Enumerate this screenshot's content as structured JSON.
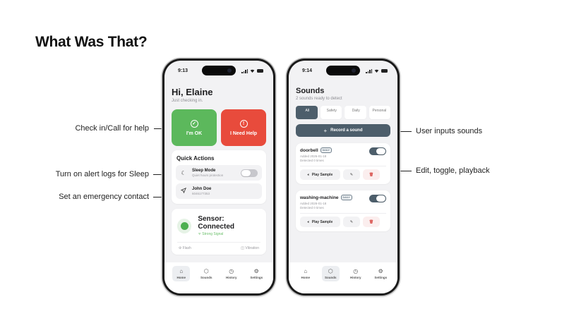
{
  "page": {
    "title": "What Was That?"
  },
  "annotations": {
    "left": [
      {
        "text": "Check in/Call for help"
      },
      {
        "text": "Turn on alert logs for Sleep"
      },
      {
        "text": "Set an emergency contact"
      }
    ],
    "right": [
      {
        "text": "User inputs sounds"
      },
      {
        "text": "Edit, toggle, playback"
      }
    ]
  },
  "home_screen": {
    "status_time": "9:13",
    "greeting": "Hi, Elaine",
    "subtext": "Just checking in.",
    "checkin": {
      "ok_label": "I'm OK",
      "ok_icon": "check-circle-icon",
      "ok_color": "#5cb85c",
      "help_label": "I Need Help",
      "help_icon": "alert-circle-icon",
      "help_color": "#e84b3c"
    },
    "quick_actions": {
      "title": "Quick Actions",
      "items": [
        {
          "icon": "moon-icon",
          "title": "Sleep Mode",
          "subtitle": "Quiet hours protection",
          "toggle": "off"
        },
        {
          "icon": "send-icon",
          "title": "John Doe",
          "subtitle": "6046177353"
        }
      ]
    },
    "sensor": {
      "title": "Sensor: Connected",
      "signal": "Strong Signal",
      "status_color": "#4caf50",
      "flash_label": "Flash",
      "vibration_label": "Vibration"
    },
    "tabbar": {
      "active": "Home",
      "items": [
        {
          "label": "Home",
          "icon": "home-icon"
        },
        {
          "label": "Sounds",
          "icon": "box-icon"
        },
        {
          "label": "History",
          "icon": "clock-icon"
        },
        {
          "label": "Settings",
          "icon": "gear-icon"
        }
      ]
    }
  },
  "sounds_screen": {
    "status_time": "9:14",
    "title": "Sounds",
    "subtext": "2 sounds ready to detect",
    "filters": [
      {
        "label": "All",
        "active": true
      },
      {
        "label": "Safety",
        "active": false
      },
      {
        "label": "Daily",
        "active": false
      },
      {
        "label": "Personal",
        "active": false
      }
    ],
    "record_label": "Record a sound",
    "accent_color": "#4d5e6b",
    "sounds": [
      {
        "name": "doorbell",
        "badge": "DAILY",
        "added": "Added 2026-01-18",
        "detected": "Detected 0 times",
        "enabled": true,
        "play_label": "Play Sample"
      },
      {
        "name": "washing-machine",
        "badge": "DAILY",
        "added": "Added 2026-01-18",
        "detected": "Detected 0 times",
        "enabled": true,
        "play_label": "Play Sample"
      }
    ],
    "tabbar": {
      "active": "Sounds",
      "items": [
        {
          "label": "Home",
          "icon": "home-icon"
        },
        {
          "label": "Sounds",
          "icon": "box-icon"
        },
        {
          "label": "History",
          "icon": "clock-icon"
        },
        {
          "label": "Settings",
          "icon": "gear-icon"
        }
      ]
    }
  }
}
